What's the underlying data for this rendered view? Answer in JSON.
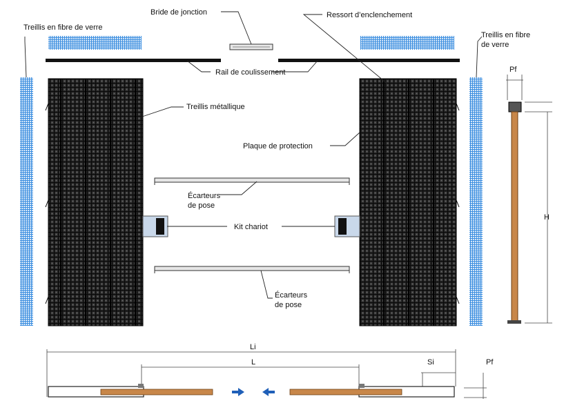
{
  "labels": {
    "bride_jonction": "Bride de jonction",
    "ressort": "Ressort d’enclenchement",
    "treillis_fibre_left": "Treillis en fibre de verre",
    "treillis_fibre_right_1": "Treillis en fibre",
    "treillis_fibre_right_2": "de verre",
    "rail": "Rail de coulissement",
    "treillis_metal": "Treillis métallique",
    "plaque": "Plaque de protection",
    "ecarteurs_1a": "Écarteurs",
    "ecarteurs_1b": "de pose",
    "ecarteurs_2a": "Écarteurs",
    "ecarteurs_2b": "de pose",
    "kit": "Kit chariot"
  },
  "dimensions": {
    "pf_top": "Pf",
    "h": "H",
    "li": "Li",
    "l": "L",
    "si": "Si",
    "pf_bottom": "Pf"
  },
  "colors": {
    "mesh_blue": "#3d8fe0",
    "panel_dark": "#1c1c1c",
    "wood": "#c8874a",
    "kit_fill": "#c9d8ea",
    "arrow_blue": "#1f5fb8"
  }
}
